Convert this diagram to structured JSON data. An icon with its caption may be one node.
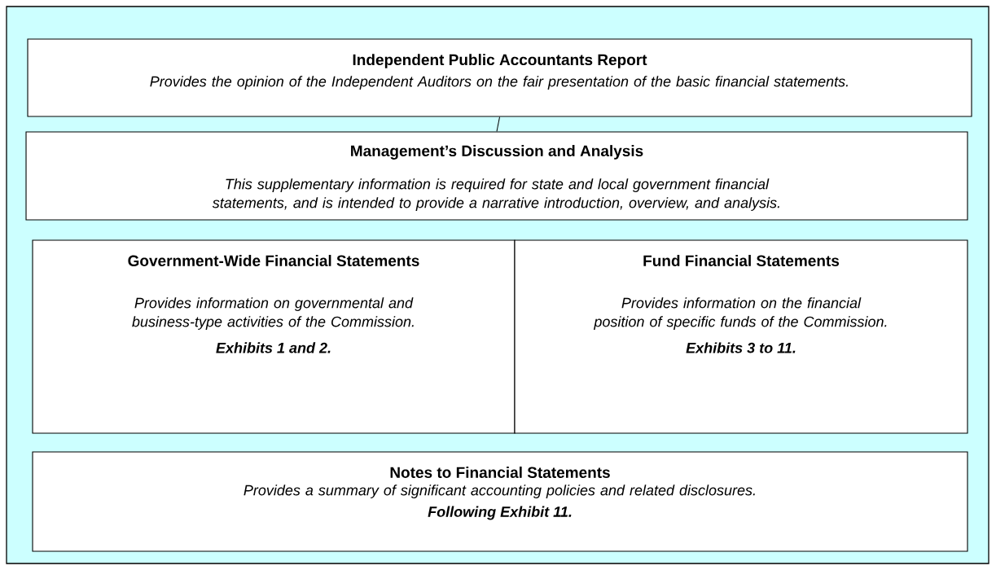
{
  "diagram": {
    "nodes": [
      {
        "text": [
          "Independent Public Accountants Report",
          "Provides the opinion of the Independent Auditors on the fair presentation of the basic financial statements."
        ]
      },
      {
        "text": [
          "Management’s Discussion and Analysis",
          "This supplementary information is required for state and local government financial statements, and is intended to provide a narrative introduction, overview, and analysis."
        ]
      },
      {
        "text": [
          "Government-Wide Financial Statements",
          "Provides information on governmental and business-type activities of the Commission.",
          "Exhibits 1 and 2."
        ]
      },
      {
        "text": [
          "Fund Financial Statements",
          "Provides information on the financial position of specific funds of the Commission.",
          "Exhibits 3 to 11."
        ]
      },
      {
        "text": [
          "Notes to Financial Statements",
          "Provides a summary of significant accounting policies and related disclosures.",
          "Following Exhibit 11."
        ]
      }
    ],
    "edges": [
      {
        "from": 0,
        "to": 1,
        "arrow": "none"
      }
    ]
  }
}
